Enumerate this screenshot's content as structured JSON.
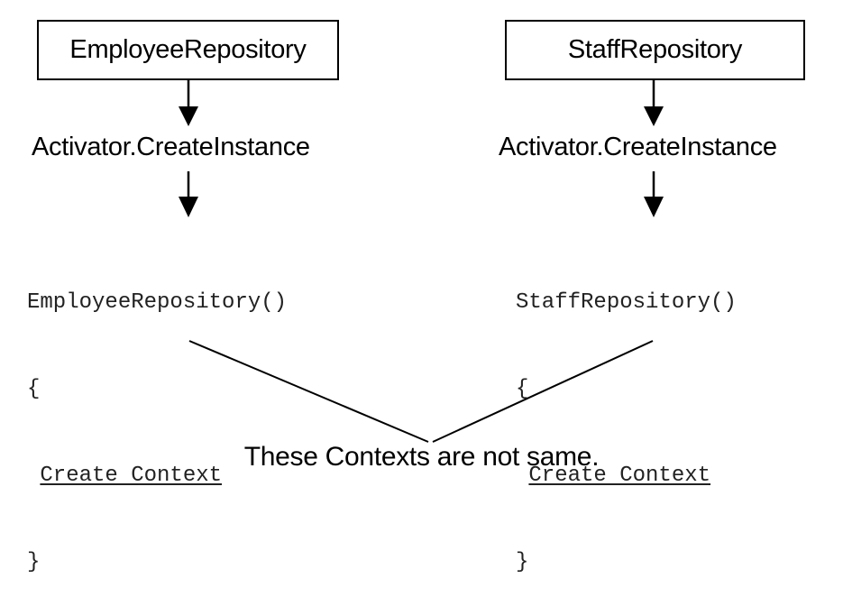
{
  "left": {
    "box_label": "EmployeeRepository",
    "step_label": "Activator.CreateInstance",
    "code": {
      "signature": "EmployeeRepository()",
      "open_brace": "{",
      "body": "Create Context",
      "close_brace": "}"
    }
  },
  "right": {
    "box_label": "StaffRepository",
    "step_label": "Activator.CreateInstance",
    "code": {
      "signature": "StaffRepository()",
      "open_brace": "{",
      "body": "Create Context",
      "close_brace": "}"
    }
  },
  "caption": "These Contexts are not same."
}
